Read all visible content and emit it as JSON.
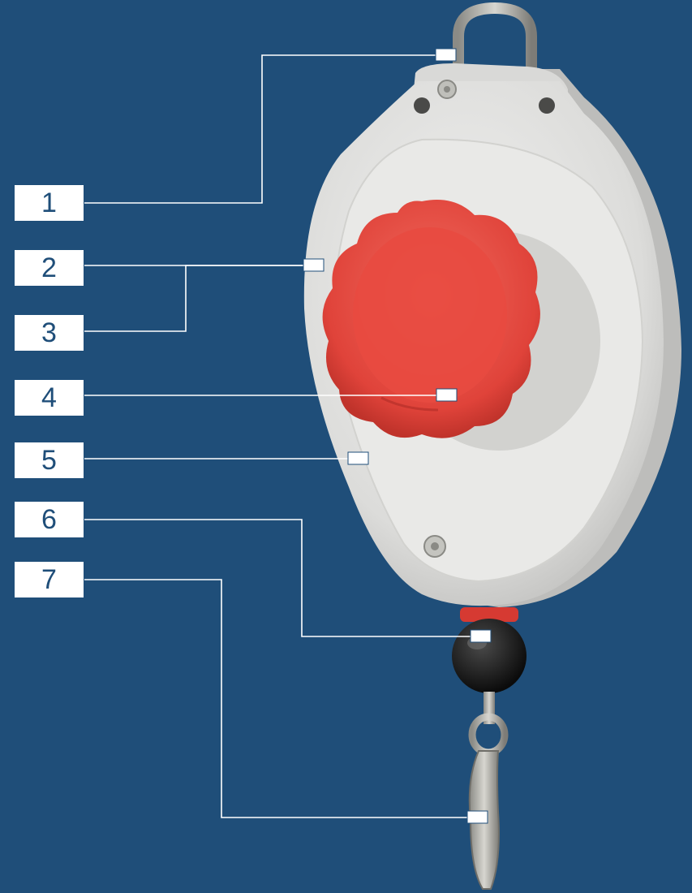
{
  "callouts": [
    {
      "number": "1",
      "target": "ring"
    },
    {
      "number": "2",
      "target": "housing-edge"
    },
    {
      "number": "3",
      "target": "housing-edge"
    },
    {
      "number": "4",
      "target": "knob"
    },
    {
      "number": "5",
      "target": "housing-body"
    },
    {
      "number": "6",
      "target": "stopper-ball"
    },
    {
      "number": "7",
      "target": "snap-hook"
    }
  ],
  "colors": {
    "background": "#1f4e79",
    "housing": "#e4e4e2",
    "knob": "#e8433b",
    "leader_line": "#ffffff",
    "marker": "#ffffff"
  }
}
